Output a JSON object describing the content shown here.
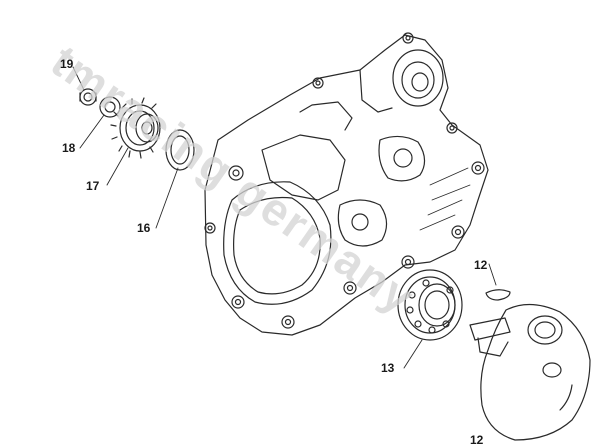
{
  "watermark": "tmracing germany",
  "callouts": [
    "19",
    "18",
    "17",
    "16",
    "12",
    "13",
    "12"
  ]
}
